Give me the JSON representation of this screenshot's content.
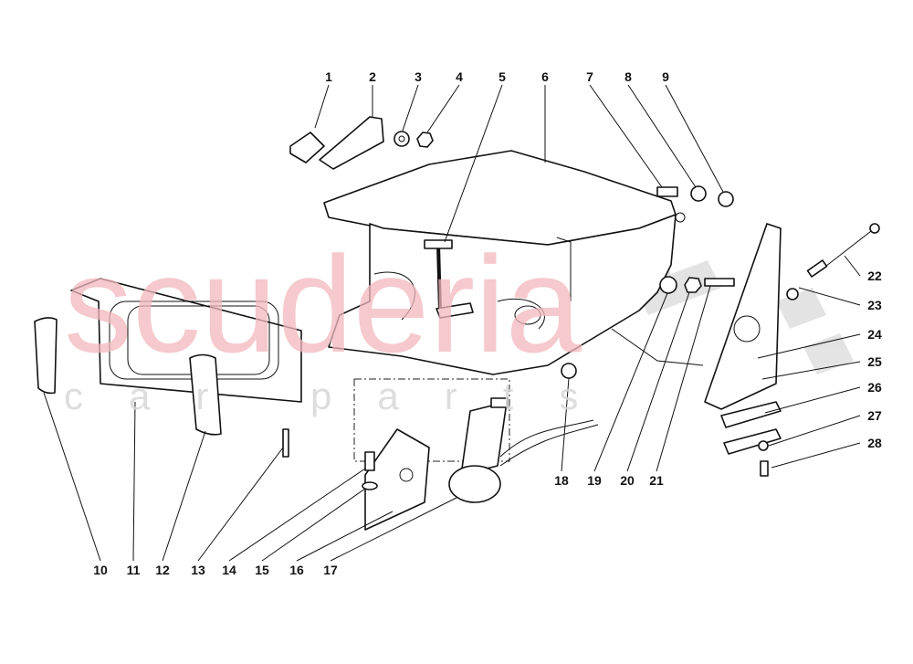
{
  "watermark": {
    "line1": "scuderia",
    "line2": "car parts",
    "color": "#f2b8bd"
  },
  "callouts": [
    "1",
    "2",
    "3",
    "4",
    "5",
    "6",
    "7",
    "8",
    "9",
    "10",
    "11",
    "12",
    "13",
    "14",
    "15",
    "16",
    "17",
    "18",
    "19",
    "20",
    "21",
    "22",
    "23",
    "24",
    "25",
    "26",
    "27",
    "28"
  ]
}
